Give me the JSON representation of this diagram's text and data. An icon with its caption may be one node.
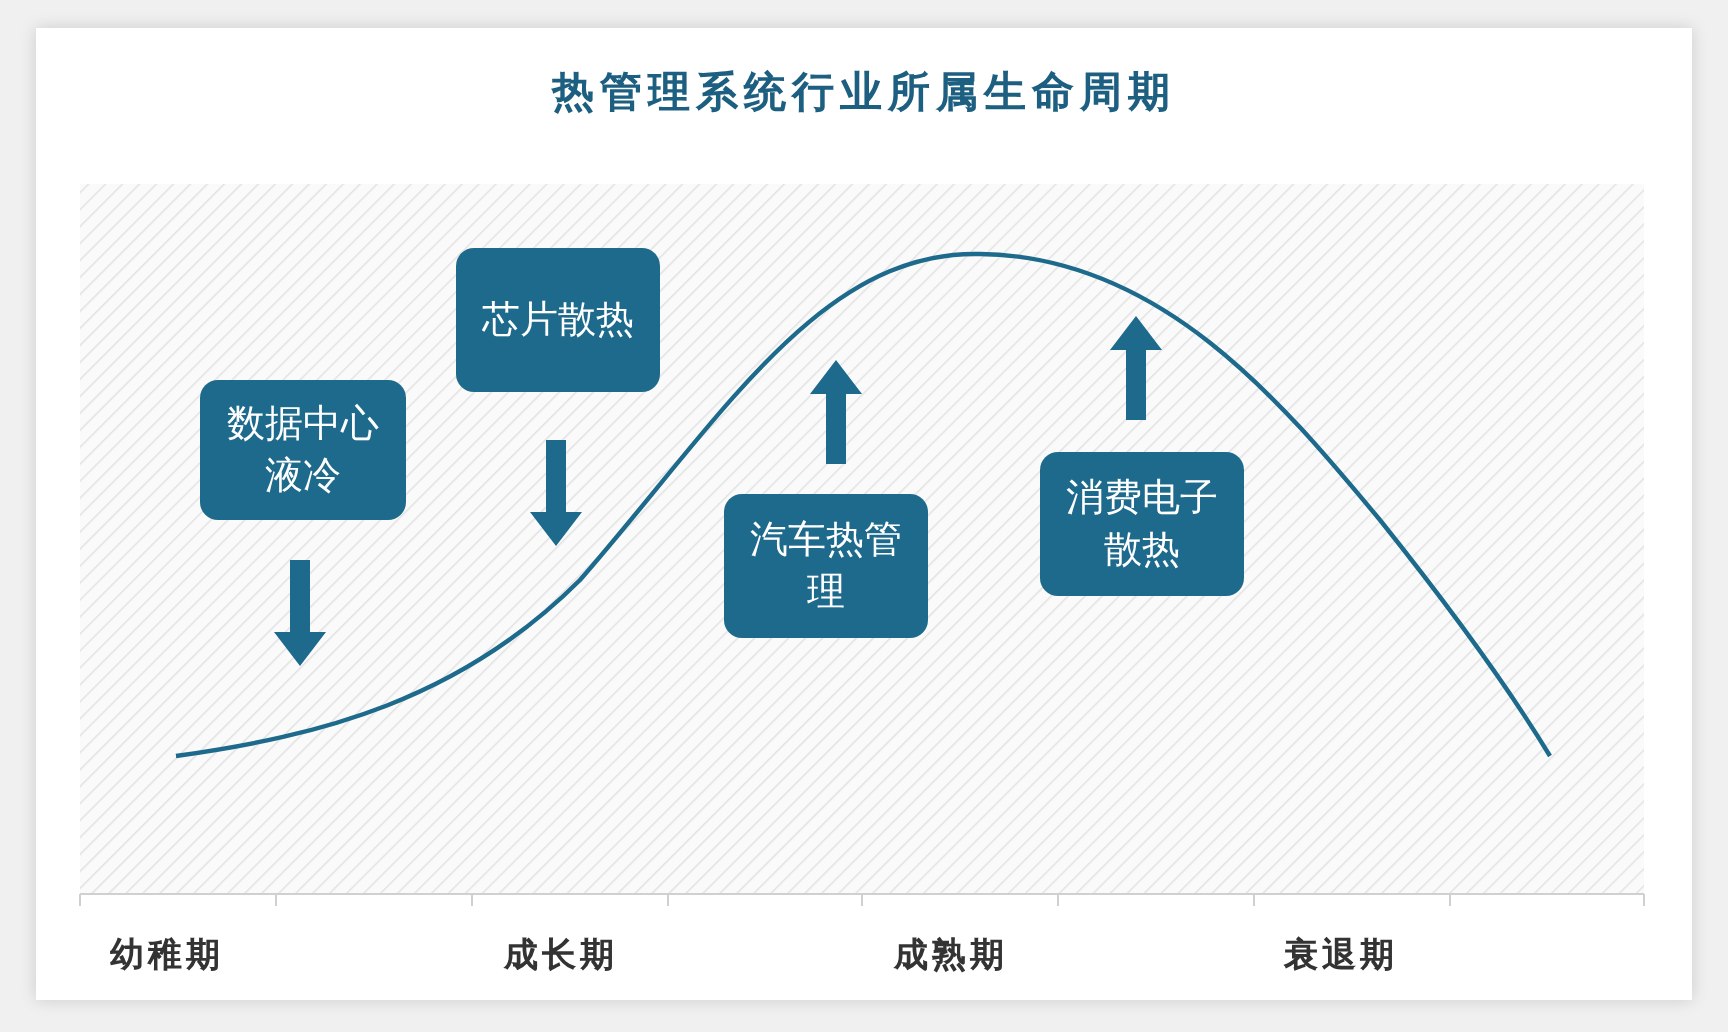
{
  "diagram": {
    "title": "热管理系统行业所属生命周期",
    "nodes": [
      {
        "text": [
          "数据中心液冷"
        ]
      },
      {
        "text": [
          "芯片散热"
        ]
      },
      {
        "text": [
          "汽车热管理"
        ]
      },
      {
        "text": [
          "消费电子散热"
        ]
      }
    ],
    "labels": [
      "幼稚期",
      "成长期",
      "成熟期",
      "衰退期"
    ]
  }
}
